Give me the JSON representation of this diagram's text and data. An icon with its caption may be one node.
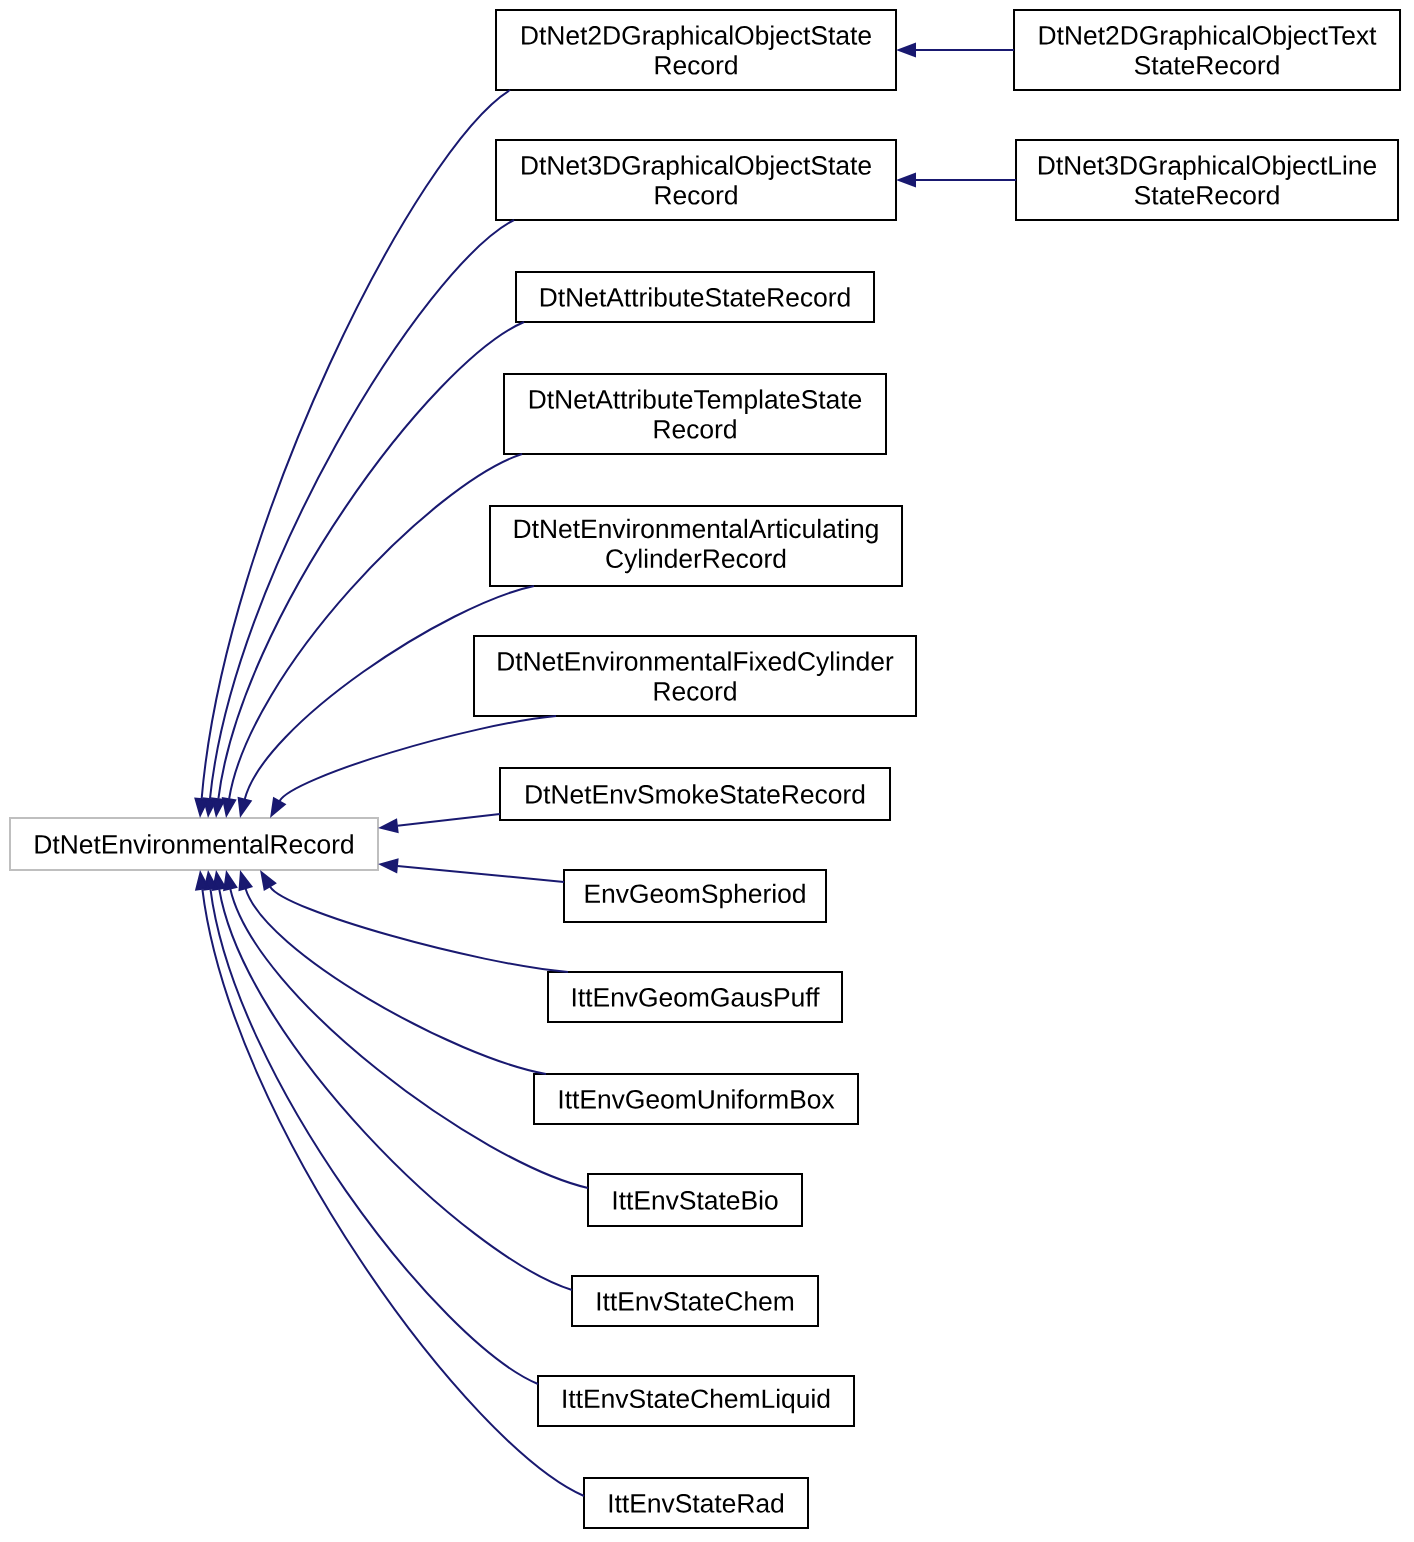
{
  "diagram": {
    "nodes": [
      {
        "text": [
          "DtNetEnvironmentalRecord"
        ]
      },
      {
        "text": [
          "DtNet2DGraphicalObjectState Record"
        ]
      },
      {
        "text": [
          "DtNet2DGraphicalObjectText StateRecord"
        ]
      },
      {
        "text": [
          "DtNet3DGraphicalObjectState Record"
        ]
      },
      {
        "text": [
          "DtNet3DGraphicalObjectLine StateRecord"
        ]
      },
      {
        "text": [
          "DtNetAttributeStateRecord"
        ]
      },
      {
        "text": [
          "DtNetAttributeTemplateState Record"
        ]
      },
      {
        "text": [
          "DtNetEnvironmentalArticulating CylinderRecord"
        ]
      },
      {
        "text": [
          "DtNetEnvironmentalFixedCylinder Record"
        ]
      },
      {
        "text": [
          "DtNetEnvSmokeStateRecord"
        ]
      },
      {
        "text": [
          "EnvGeomSpheriod"
        ]
      },
      {
        "text": [
          "IttEnvGeomGausPuff"
        ]
      },
      {
        "text": [
          "IttEnvGeomUniformBox"
        ]
      },
      {
        "text": [
          "IttEnvStateBio"
        ]
      },
      {
        "text": [
          "IttEnvStateChem"
        ]
      },
      {
        "text": [
          "IttEnvStateChemLiquid"
        ]
      },
      {
        "text": [
          "IttEnvStateRad"
        ]
      }
    ],
    "edges": [
      {
        "from": 1,
        "to": 0,
        "arrow": "to"
      },
      {
        "from": 2,
        "to": 1,
        "arrow": "to"
      },
      {
        "from": 3,
        "to": 0,
        "arrow": "to"
      },
      {
        "from": 4,
        "to": 3,
        "arrow": "to"
      },
      {
        "from": 5,
        "to": 0,
        "arrow": "to"
      },
      {
        "from": 6,
        "to": 0,
        "arrow": "to"
      },
      {
        "from": 7,
        "to": 0,
        "arrow": "to"
      },
      {
        "from": 8,
        "to": 0,
        "arrow": "to"
      },
      {
        "from": 9,
        "to": 0,
        "arrow": "to"
      },
      {
        "from": 10,
        "to": 0,
        "arrow": "to"
      },
      {
        "from": 11,
        "to": 0,
        "arrow": "to"
      },
      {
        "from": 12,
        "to": 0,
        "arrow": "to"
      },
      {
        "from": 13,
        "to": 0,
        "arrow": "to"
      },
      {
        "from": 14,
        "to": 0,
        "arrow": "to"
      },
      {
        "from": 15,
        "to": 0,
        "arrow": "to"
      },
      {
        "from": 16,
        "to": 0,
        "arrow": "to"
      }
    ]
  }
}
